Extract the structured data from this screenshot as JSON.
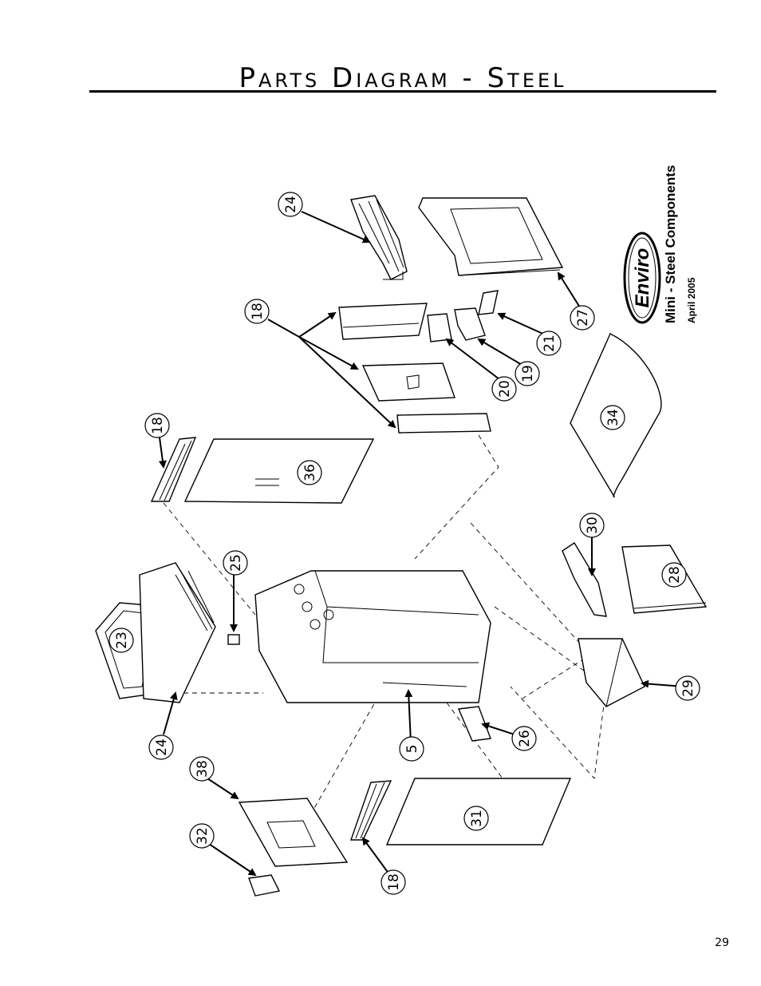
{
  "header": {
    "title": "Parts Diagram - Steel"
  },
  "caption": {
    "subtitle": "Mini - Steel Components",
    "date": "April 2005",
    "logo_text": "Enviro"
  },
  "footer": {
    "page_number": "29"
  },
  "callouts": [
    "24",
    "27",
    "18",
    "21",
    "19",
    "20",
    "18",
    "36",
    "34",
    "25",
    "30",
    "28",
    "23",
    "24",
    "5",
    "26",
    "29",
    "38",
    "31",
    "32",
    "18"
  ]
}
